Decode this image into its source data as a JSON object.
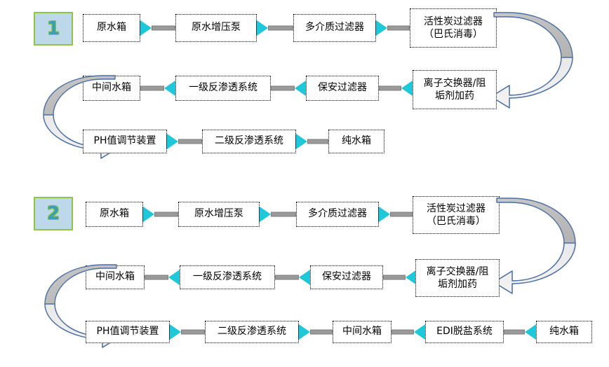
{
  "meta": {
    "title": "水处理工艺流程图",
    "background_color": "#ffffff",
    "accent_arrow_color": "#1fc8d8",
    "badge_fill": "#bcd8ea",
    "badge_border": "#8ec641",
    "connector_bar_color": "#9a9a9a",
    "curve_outline": "#4a6fa5"
  },
  "diagrams": [
    {
      "badge": "1",
      "rows": [
        {
          "direction": "right",
          "nodes": [
            "原水箱",
            "原水增压泵",
            "多介质过滤器",
            "活性炭过滤器\n（巴氏消毒）"
          ]
        },
        {
          "direction": "left",
          "nodes": [
            "中间水箱",
            "一级反渗透系统",
            "保安过滤器",
            "离子交换器/阻\n垢剂加药"
          ]
        },
        {
          "direction": "right",
          "nodes": [
            "PH值调节装置",
            "二级反渗透系统",
            "纯水箱"
          ]
        }
      ],
      "curves": [
        {
          "name": "right-u-turn",
          "from": "活性炭过滤器（巴氏消毒）",
          "to": "离子交换器/阻垢剂加药"
        },
        {
          "name": "left-u-turn",
          "from": "中间水箱",
          "to": "PH值调节装置"
        }
      ]
    },
    {
      "badge": "2",
      "rows": [
        {
          "direction": "right",
          "nodes": [
            "原水箱",
            "原水增压泵",
            "多介质过滤器",
            "活性炭过滤器\n（巴氏消毒）"
          ]
        },
        {
          "direction": "left",
          "nodes": [
            "中间水箱",
            "一级反渗透系统",
            "保安过滤器",
            "离子交换器/阻\n垢剂加药"
          ]
        },
        {
          "direction": "mixed",
          "nodes": [
            "PH值调节装置",
            "二级反渗透系统",
            "中间水箱",
            "EDI脱盐系统",
            "纯水箱"
          ]
        }
      ],
      "curves": [
        {
          "name": "right-u-turn",
          "from": "活性炭过滤器（巴氏消毒）",
          "to": "离子交换器/阻垢剂加药"
        },
        {
          "name": "left-u-turn",
          "from": "中间水箱",
          "to": "PH值调节装置"
        }
      ]
    }
  ]
}
